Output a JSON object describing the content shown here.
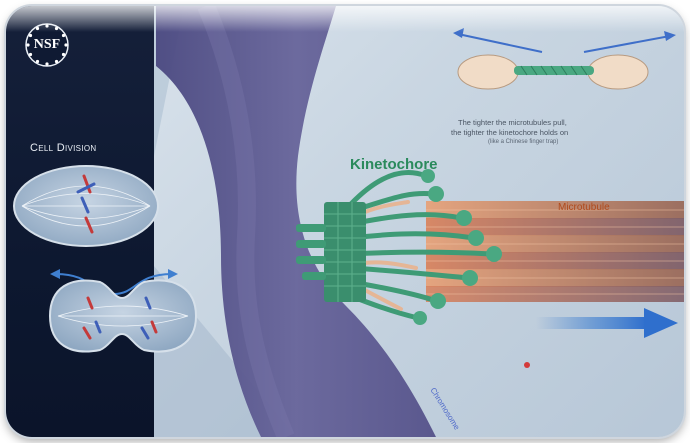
{
  "logo": {
    "text": "NSF"
  },
  "side_panel": {
    "title": "Cell Division"
  },
  "labels": {
    "kinetochore": "Kinetochore",
    "microtubule": "Microtubule",
    "chromosome": "Chromosome"
  },
  "caption": {
    "line1": "The tighter the microtubules pull,",
    "line2": "the tighter the kinetochore holds on",
    "line3": "(like a Chinese finger trap)"
  },
  "colors": {
    "panel_dark_navy": "#0f1a33",
    "kinetochore_green": "#3f9b76",
    "microtubule_orange": "#d9865a",
    "chromosome_purple": "#5c5a8e",
    "arrow_blue": "#3f7fd0"
  }
}
